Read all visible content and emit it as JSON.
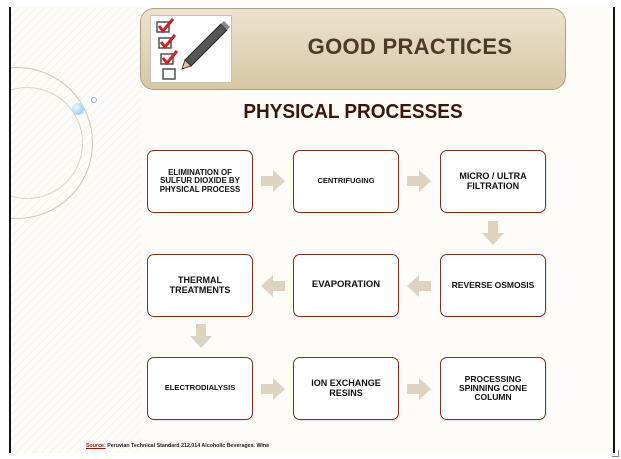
{
  "header": {
    "title": "GOOD PRACTICES",
    "icon": "checklist-pencil-icon"
  },
  "subtitle": "PHYSICAL PROCESSES",
  "colors": {
    "box_border": "#7a3320",
    "arrow": "#ddd3c0",
    "header_bg": "#dccfb2",
    "title_text": "#4d3a26"
  },
  "process_flow": {
    "steps": [
      "ELIMINATION OF SULFUR DIOXIDE BY PHYSICAL PROCESS",
      "CENTRIFUGING",
      "MICRO / ULTRA FILTRATION",
      "REVERSE OSMOSIS",
      "EVAPORATION",
      "THERMAL TREATMENTS",
      "ELECTRODIALYSIS",
      "ION EXCHANGE RESINS",
      "PROCESSING SPINNING CONE COLUMN"
    ]
  },
  "source": {
    "label": "Source:",
    "text": " Peruvian Technical Standard 212.014 Alcoholic Beverages. Wine"
  }
}
